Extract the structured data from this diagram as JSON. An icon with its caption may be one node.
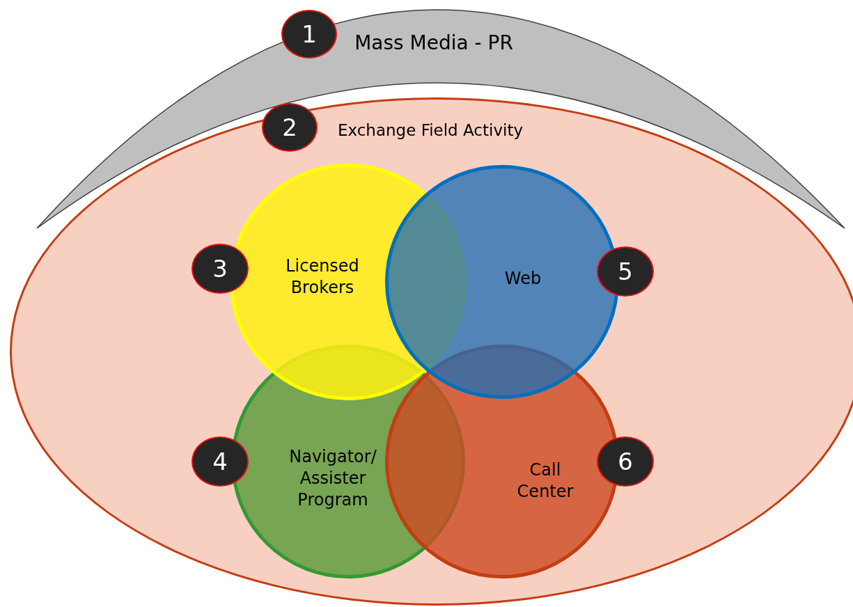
{
  "diagram": {
    "nodes": [
      {
        "text": [
          "Mass Media - PR"
        ]
      },
      {
        "text": [
          "1"
        ],
        "in": 0
      },
      {
        "text": [
          "Exchange Field Activity"
        ]
      },
      {
        "text": [
          "2"
        ],
        "in": 2
      },
      {
        "text": [
          "Licensed Brokers"
        ],
        "in": 2
      },
      {
        "text": [
          "3"
        ],
        "in": 2
      },
      {
        "text": [
          "Web"
        ],
        "in": 2
      },
      {
        "text": [
          "5"
        ],
        "in": 2
      },
      {
        "text": [
          "Navigator/ Assister Program"
        ],
        "in": 2
      },
      {
        "text": [
          "4"
        ],
        "in": 2
      },
      {
        "text": [
          "Call Center"
        ],
        "in": 2
      },
      {
        "text": [
          "6"
        ],
        "in": 2
      }
    ],
    "edges": []
  }
}
